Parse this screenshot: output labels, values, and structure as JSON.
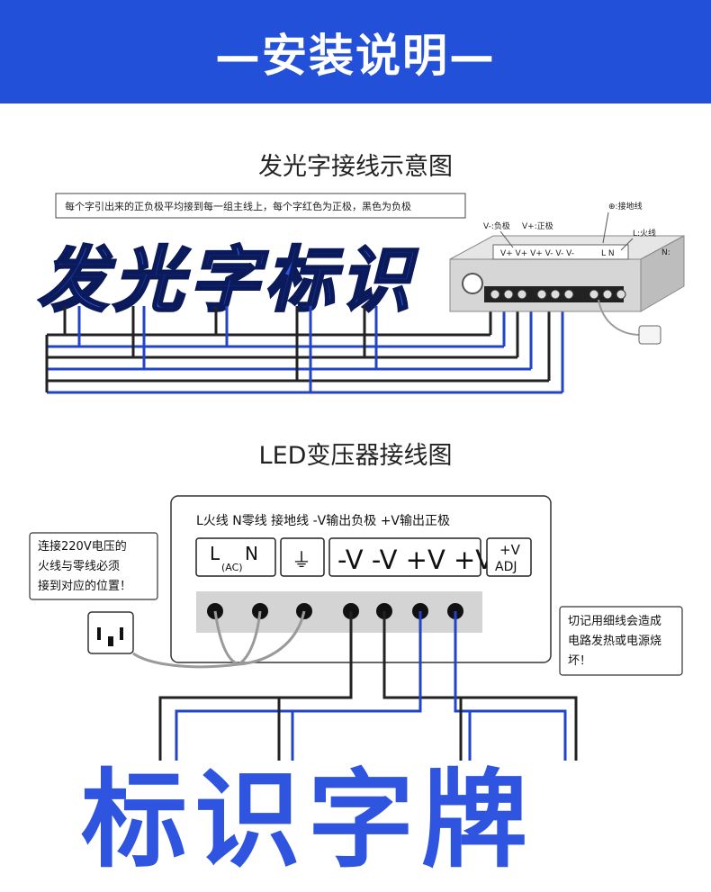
{
  "banner": {
    "title": "—安装说明—"
  },
  "section1": {
    "title": "发光字接线示意图",
    "note": "每个字引出来的正负极平均接到每一组主线上，每个字红色为正极，黑色为负极",
    "big_text": "发光字标识",
    "legend": {
      "ground": "⊕:接地线",
      "live": "L:火线",
      "neutral": "N:"
    },
    "psu_labels": {
      "neg": "V-:负极",
      "pos": "V+:正极"
    },
    "psu_terminals": "V+ V+ V+ V- V- V-",
    "psu_ln": "L N"
  },
  "section2": {
    "title": "LED变压器接线图",
    "header_labels": "L火线  N零线  接地线  -V输出负极  +V输出正极",
    "box_ln": {
      "l": "L",
      "n": "N",
      "ac": "(AC)"
    },
    "box_ground": "⏚",
    "box_outputs": "-V -V +V +V",
    "box_adj_top": "+V",
    "box_adj_bottom": "ADJ",
    "left_note": [
      "连接220V电压的",
      "火线与零线必须",
      "接到对应的位置！"
    ],
    "right_note": [
      "切记用细线会造成",
      "电路发热或电源烧",
      "坏！"
    ],
    "big_text": "标识字牌"
  },
  "colors": {
    "banner": "#2350d8",
    "letter_blue": "#2f55e0",
    "wire_blue": "#2244c8",
    "wire_black": "#222222"
  }
}
